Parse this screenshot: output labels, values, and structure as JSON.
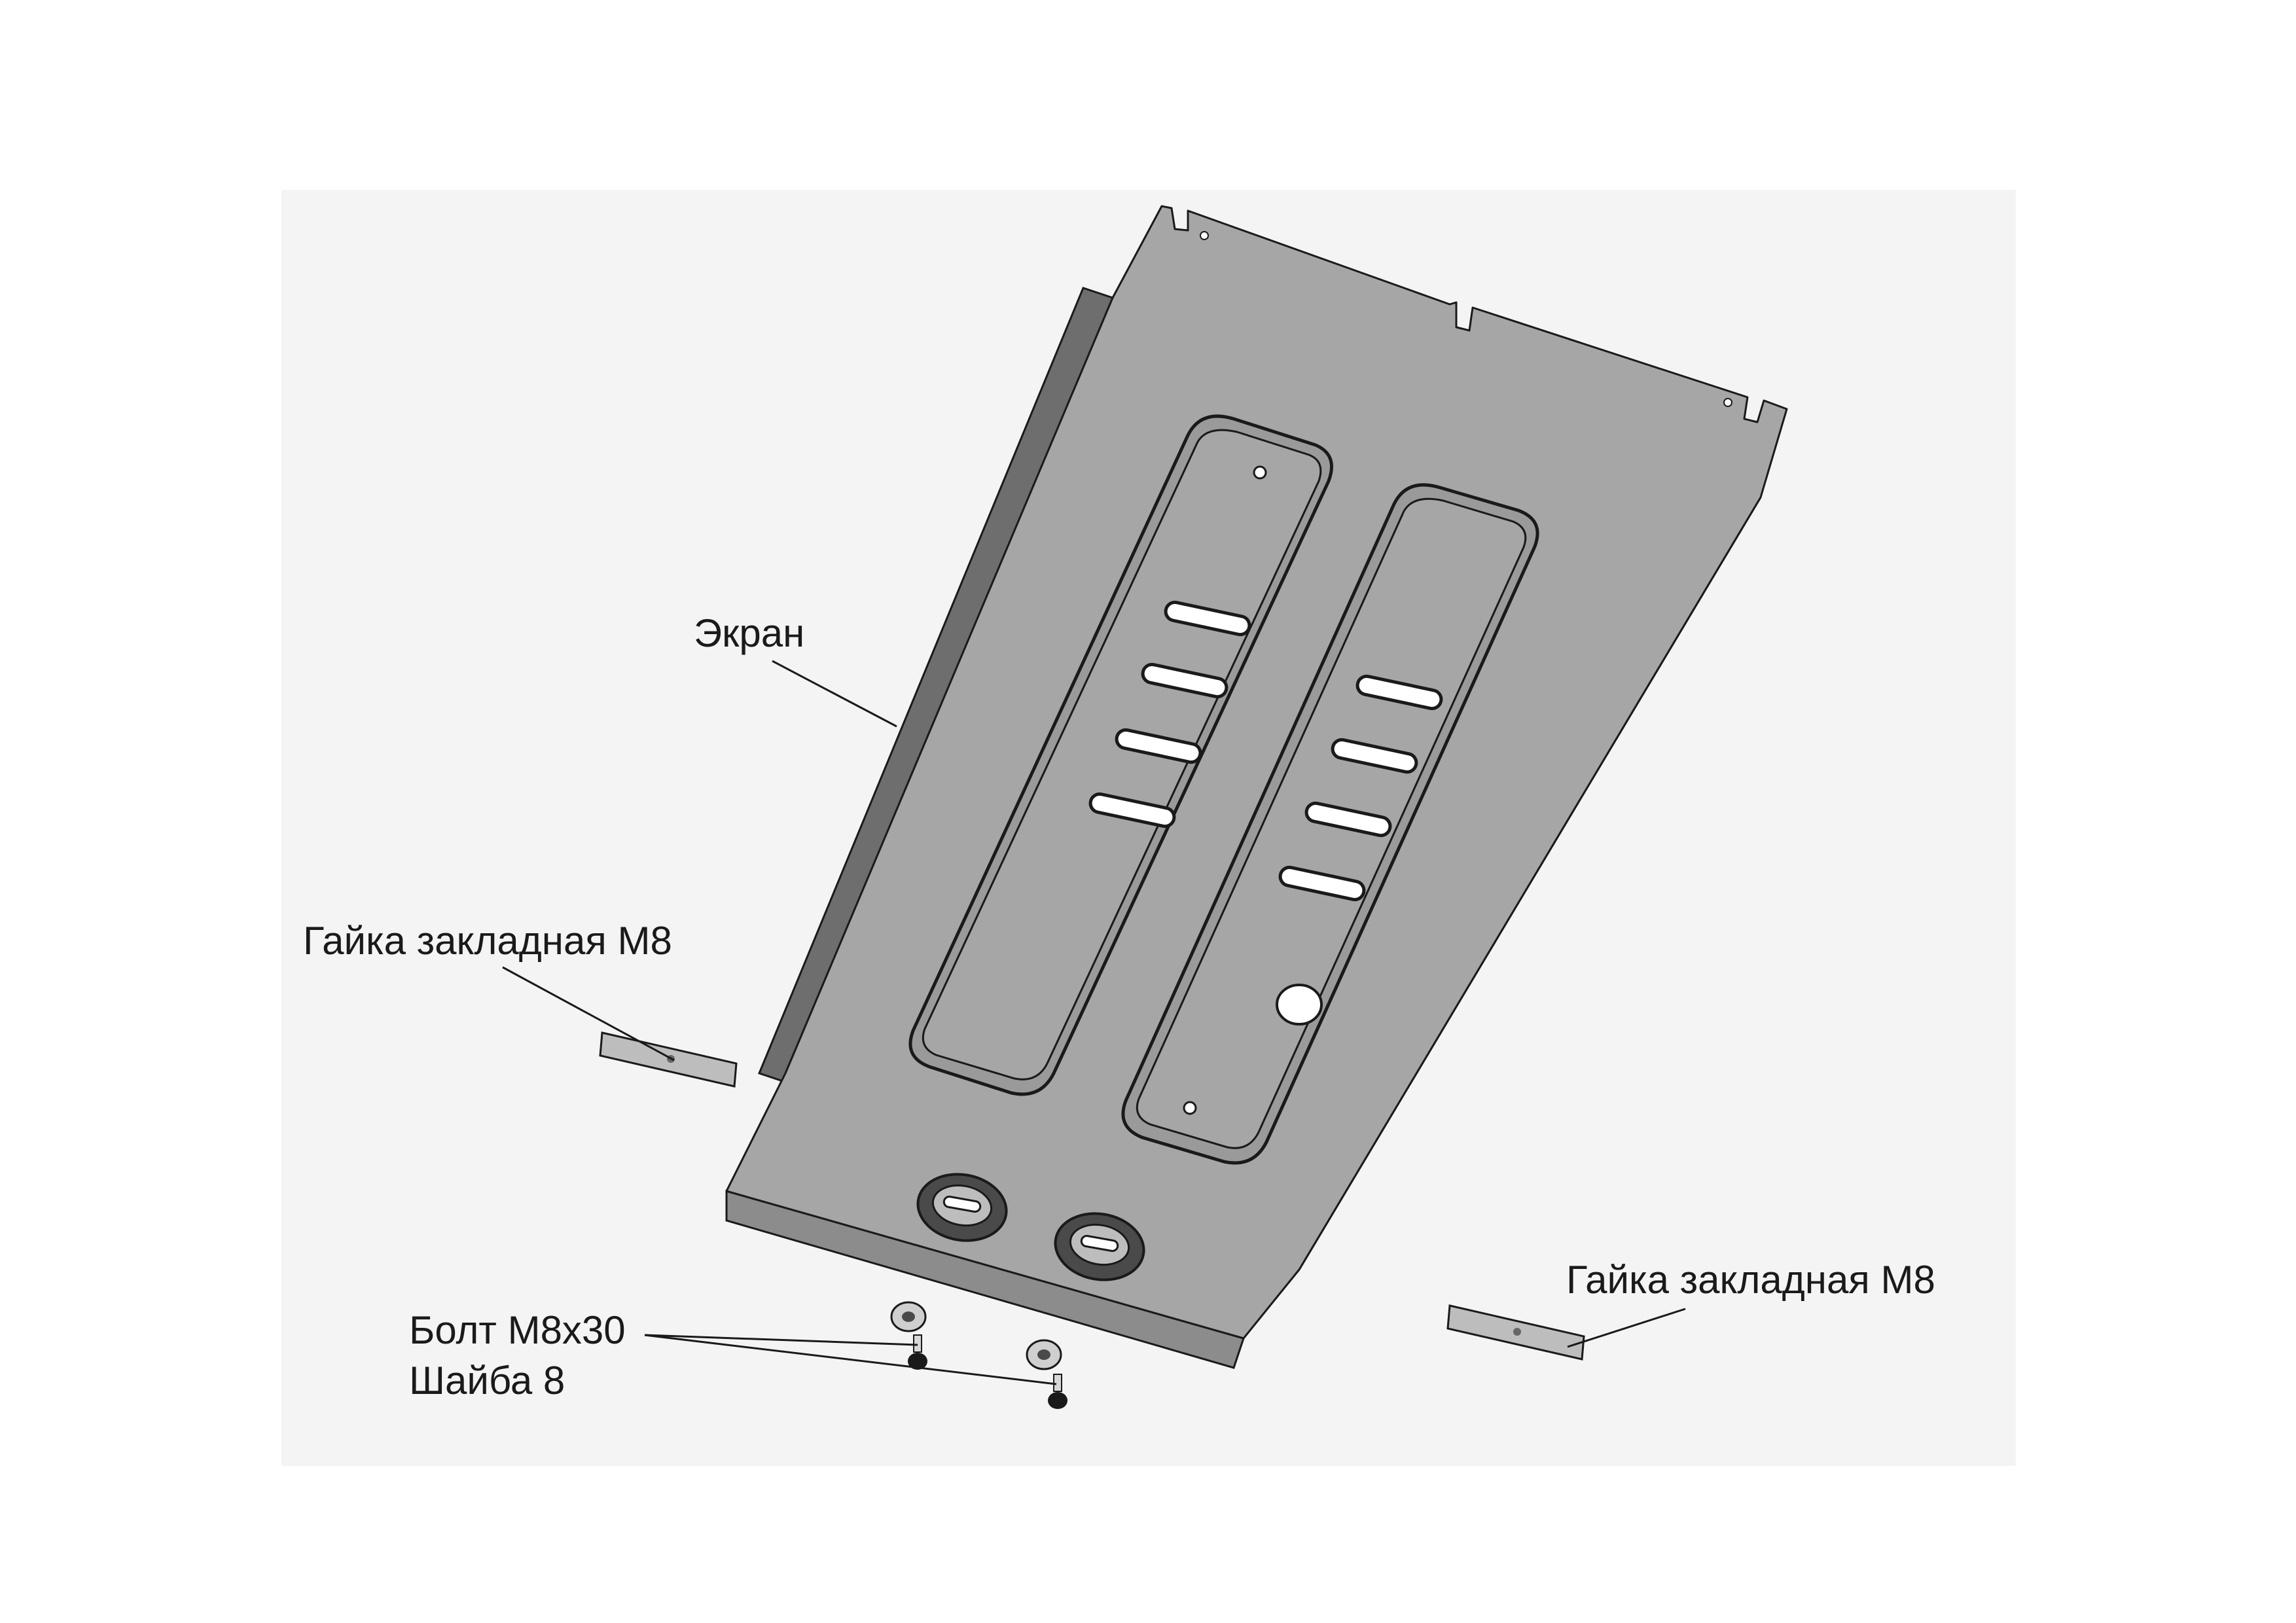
{
  "callouts": {
    "screen": "Экран",
    "nut_left": "Гайка закладная М8",
    "nut_right": "Гайка закладная М8",
    "bolt": "Болт М8х30",
    "washer": "Шайба 8"
  },
  "colors": {
    "background": "#ffffff",
    "drawing_background": "#f4f4f4",
    "plate_fill": "#a6a6a6",
    "plate_side": "#6e6e6e",
    "outline": "#1a1a1a",
    "leader": "#1a1a1a"
  }
}
